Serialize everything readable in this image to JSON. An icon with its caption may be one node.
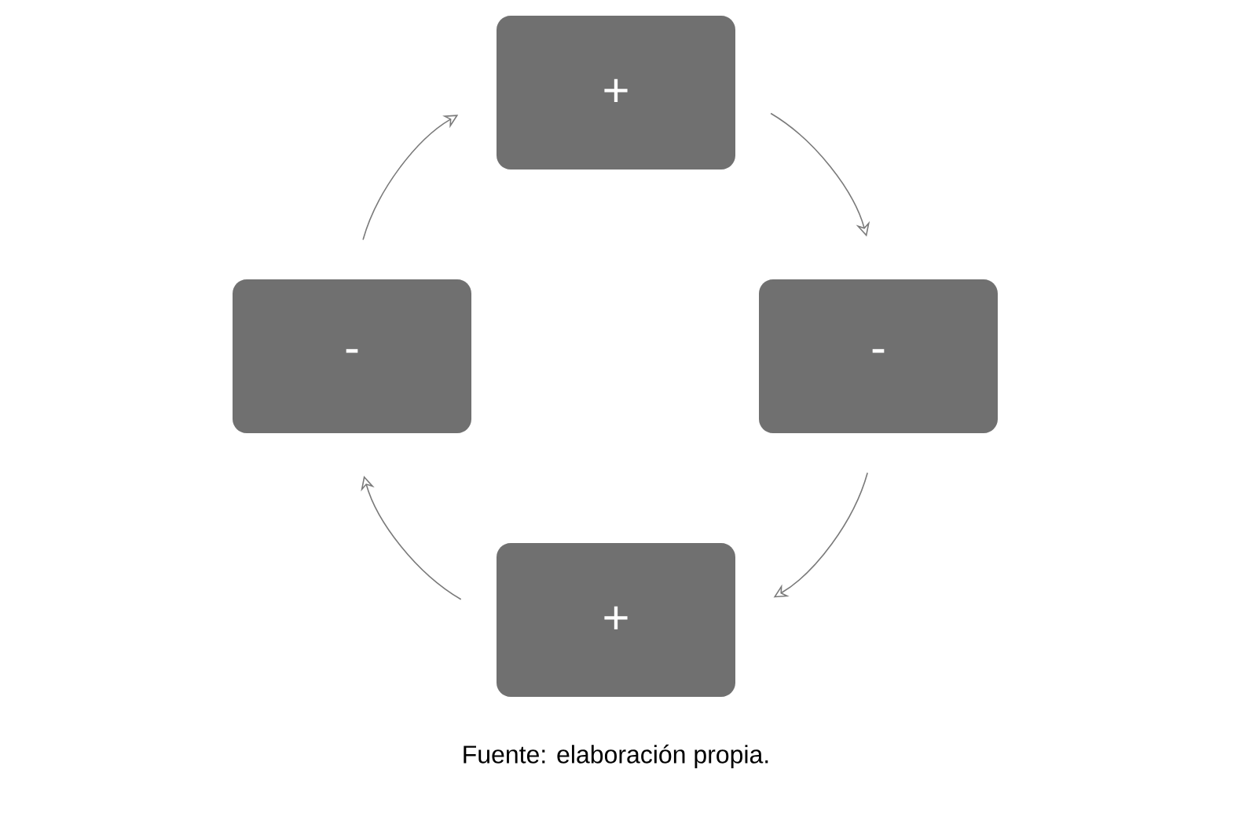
{
  "diagram": {
    "caption": "Fuente: elaboración propia.",
    "nodes": [
      {
        "text": [
          "+"
        ]
      },
      {
        "text": [
          "-"
        ]
      },
      {
        "text": [
          "+"
        ]
      },
      {
        "text": [
          "-"
        ]
      }
    ],
    "edges": [
      {
        "from": 0,
        "to": 1,
        "arrow": "to"
      },
      {
        "from": 1,
        "to": 2,
        "arrow": "to"
      },
      {
        "from": 2,
        "to": 3,
        "arrow": "to"
      },
      {
        "from": 3,
        "to": 0,
        "arrow": "to"
      }
    ]
  }
}
